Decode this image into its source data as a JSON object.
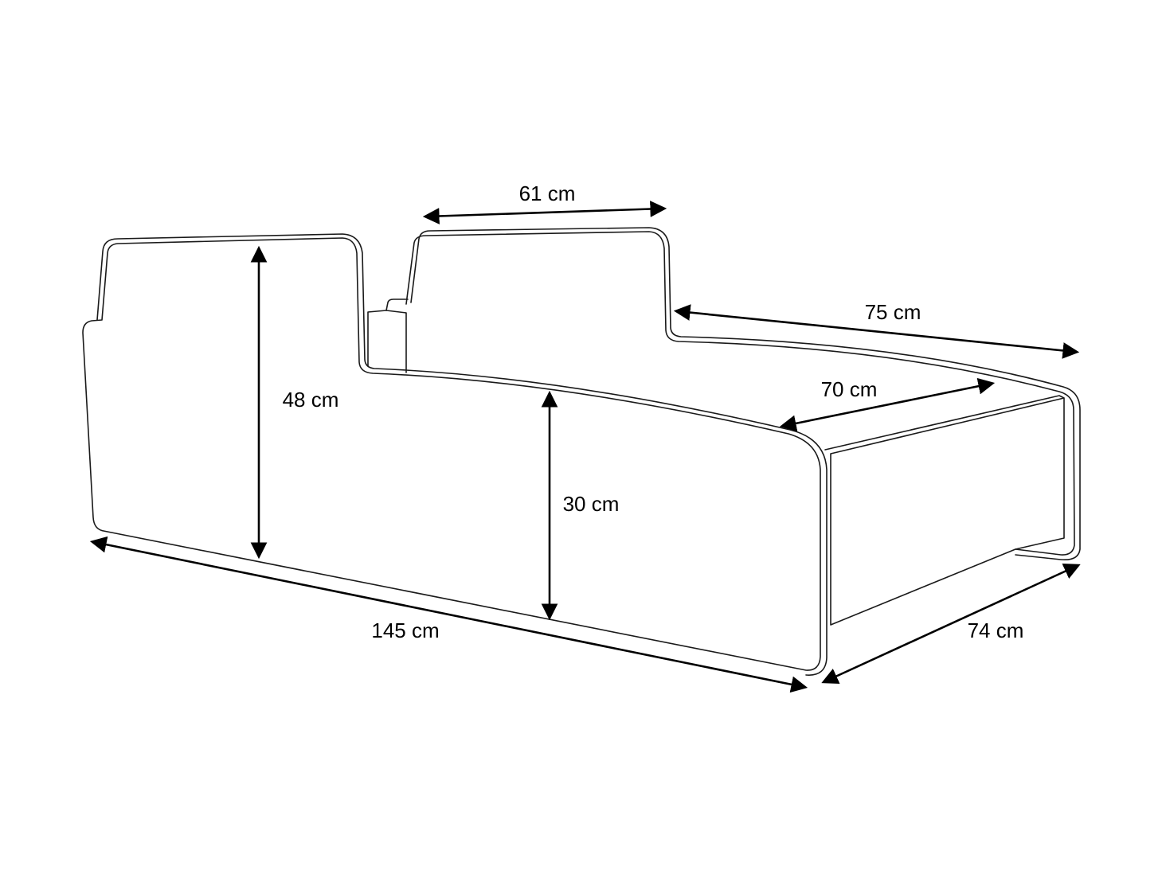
{
  "diagram": {
    "subject": "bed",
    "dimensions": {
      "headboard_width": "61 cm",
      "side_length_top": "75 cm",
      "mattress_width": "70 cm",
      "headboard_height": "48 cm",
      "side_height": "30 cm",
      "total_length": "145 cm",
      "total_width": "74 cm"
    },
    "colors": {
      "line": "#000000",
      "background": "#ffffff"
    }
  }
}
